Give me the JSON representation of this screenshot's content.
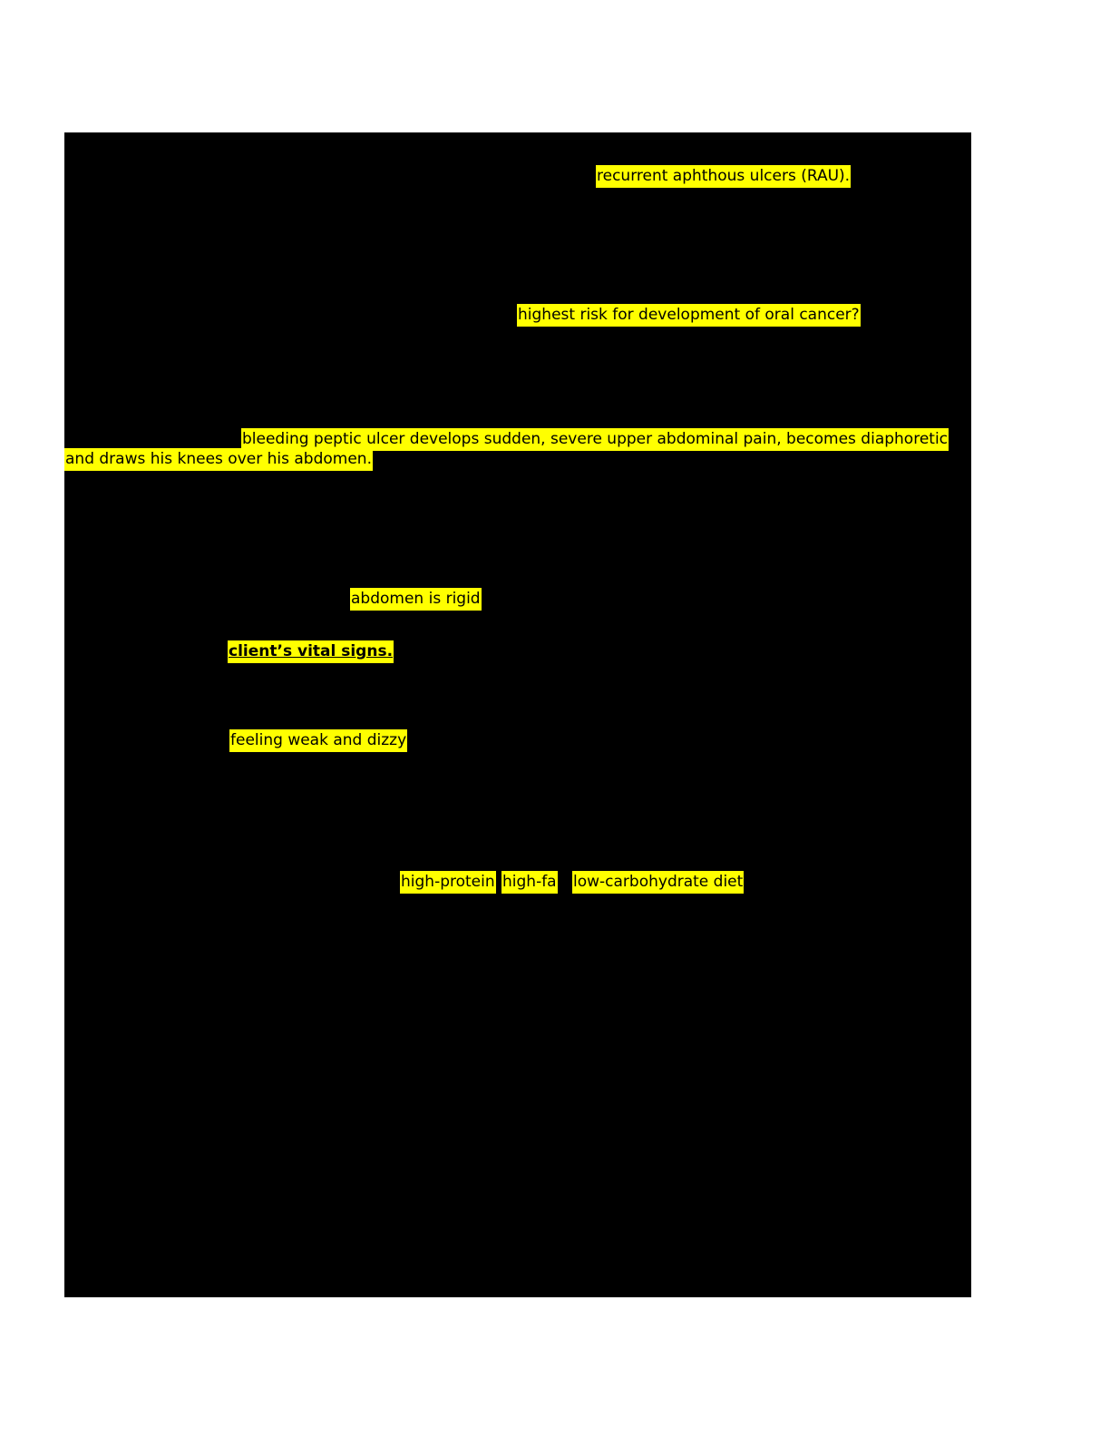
{
  "page": {
    "background_color": "#FFFFFF",
    "redaction_color": "#000000",
    "highlight_color": "#FFFF00",
    "text_color": "#000000"
  },
  "fragments": {
    "rau": "recurrent aphthous ulcers (RAU).",
    "oral_cancer": "highest risk for development of oral cancer?",
    "peptic_line1": "bleeding peptic ulcer develops sudden, severe upper abdominal pain, becomes diaphoretic",
    "peptic_line2": "and draws his knees over his abdomen.",
    "abdomen_rigid": "abdomen is rigid",
    "vital_signs": "client’s vital signs.",
    "weak_dizzy": "feeling weak and dizzy",
    "high_protein": "high-protein",
    "high_fat": "high-fa",
    "low_carb": "low-carbohydrate diet"
  }
}
